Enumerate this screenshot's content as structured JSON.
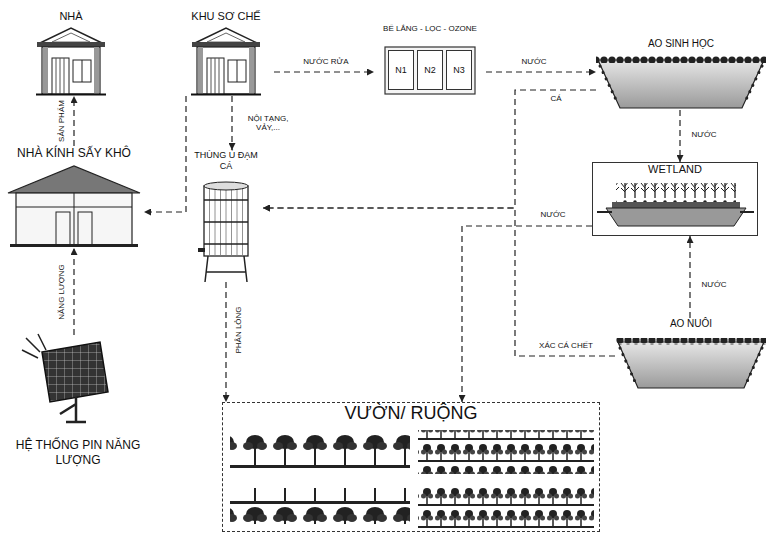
{
  "diagram": {
    "nodes": [
      {
        "text": [
          "NHÀ"
        ]
      },
      {
        "text": [
          "KHU SƠ CHẾ"
        ]
      },
      {
        "text": [
          "BỂ LẮNG - LỌC - OZONE"
        ]
      },
      {
        "text": [
          "N1"
        ],
        "in": 2
      },
      {
        "text": [
          "N2"
        ],
        "in": 2
      },
      {
        "text": [
          "N3"
        ],
        "in": 2
      },
      {
        "text": [
          "AO SINH HỌC"
        ]
      },
      {
        "text": [
          "NHÀ KÍNH SẤY KHÔ"
        ]
      },
      {
        "text": [
          "THÙNG Ủ ĐẠM CÁ"
        ]
      },
      {
        "text": [
          "WETLAND"
        ]
      },
      {
        "text": [
          "HỆ THỐNG PIN NĂNG LƯỢNG"
        ]
      },
      {
        "text": [
          "AO NUÔI"
        ]
      },
      {
        "text": [
          "VƯỜN/ RUỘNG"
        ]
      }
    ],
    "edges": [
      {
        "from": 1,
        "to": 2,
        "label": "NƯỚC RỬA",
        "arrow": "to"
      },
      {
        "from": 2,
        "to": 6,
        "label": "NƯỚC",
        "arrow": "to"
      },
      {
        "from": 6,
        "to": 9,
        "label": "NƯỚC",
        "arrow": "to"
      },
      {
        "from": 11,
        "to": 9,
        "label": "NƯỚC",
        "arrow": "to"
      },
      {
        "from": 6,
        "to": 8,
        "label": "CÁ",
        "arrow": "to"
      },
      {
        "from": 11,
        "to": 8,
        "label": "XÁC CÁ CHẾT",
        "arrow": "to"
      },
      {
        "from": 9,
        "to": 12,
        "label": "NƯỚC",
        "arrow": "to"
      },
      {
        "from": 1,
        "to": 8,
        "label": "NỘI TẠNG, VẢY,...",
        "arrow": "to"
      },
      {
        "from": 1,
        "to": 7,
        "arrow": "to"
      },
      {
        "from": 7,
        "to": 0,
        "label": "SẢN PHẨM",
        "arrow": "to"
      },
      {
        "from": 10,
        "to": 7,
        "label": "NĂNG LƯỢNG",
        "arrow": "to"
      },
      {
        "from": 8,
        "to": 12,
        "label": "PHÂN LỎNG",
        "arrow": "to"
      }
    ]
  }
}
